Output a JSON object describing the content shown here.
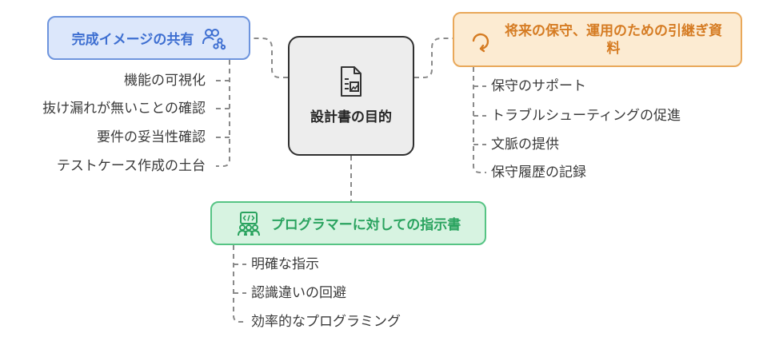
{
  "center": {
    "label": "設計書の目的",
    "icon": "document-image-icon"
  },
  "branches": {
    "left": {
      "title": "完成イメージの共有",
      "icon": "people-network-icon",
      "color": "#6d94dd",
      "items": [
        "機能の可視化",
        "抜け漏れが無いことの確認",
        "要件の妥当性確認",
        "テストケース作成の土台"
      ]
    },
    "right": {
      "title": "将来の保守、運用のための引継ぎ資料",
      "icon": "refresh-arrow-icon",
      "color": "#e9a85a",
      "items": [
        "保守のサポート",
        "トラブルシューティングの促進",
        "文脈の提供",
        "保守履歴の記録"
      ]
    },
    "bottom": {
      "title": "プログラマーに対しての指示書",
      "icon": "code-team-icon",
      "color": "#56c484",
      "items": [
        "明確な指示",
        "認識違いの回避",
        "効率的なプログラミング"
      ]
    }
  }
}
